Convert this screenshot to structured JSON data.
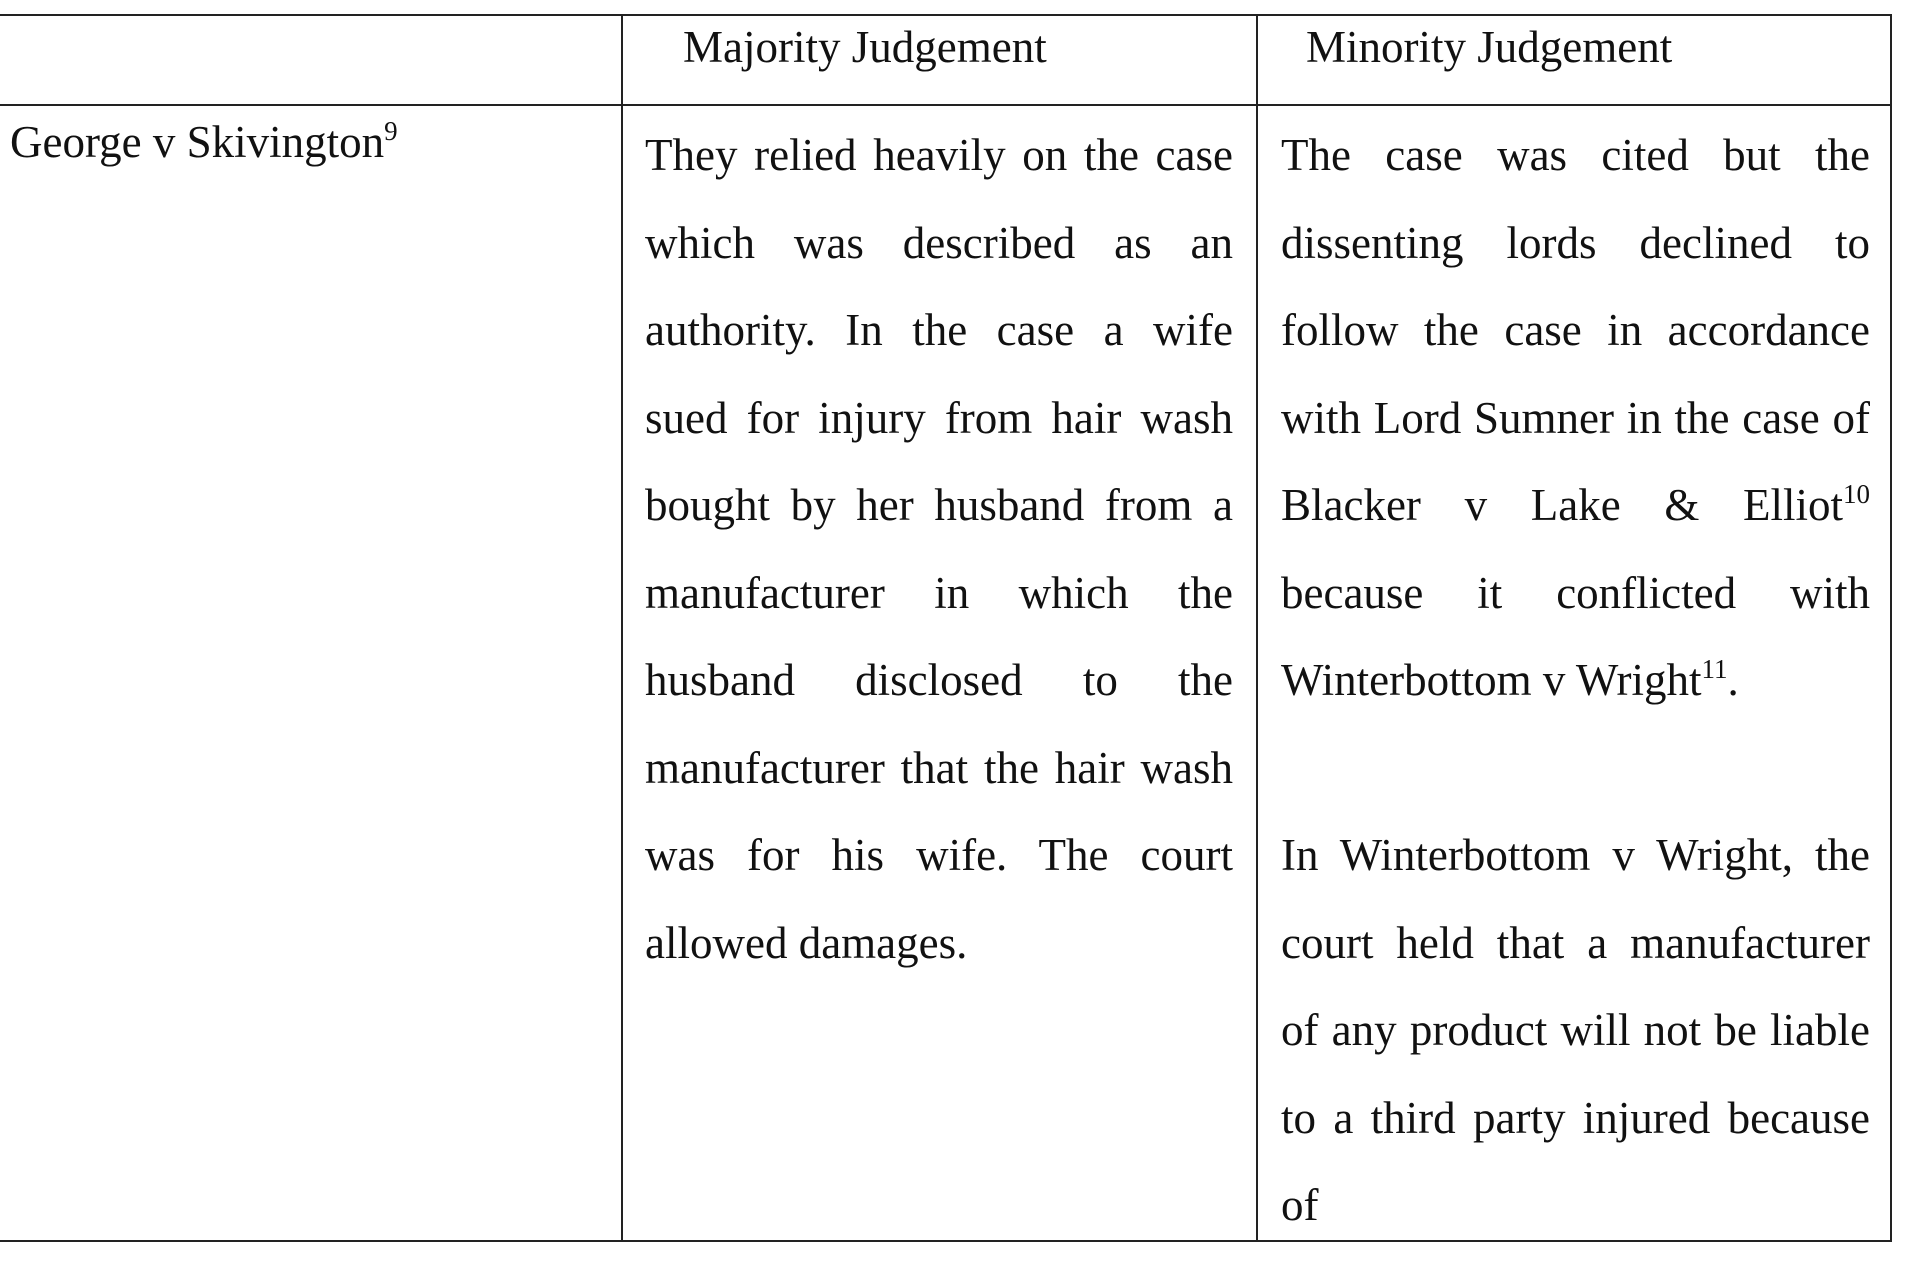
{
  "table": {
    "headers": {
      "case": "",
      "majority": "Majority Judgement",
      "minority": "Minority Judgement"
    },
    "row": {
      "case_name": "George v Skivington",
      "case_footnote": "9",
      "majority_text": "They relied heavily on the case which was described as an authority. In the case a wife sued for injury from hair wash bought by her husband from a manufacturer in which the husband disclosed to the manufacturer that the hair wash was for his wife. The court allowed damages.",
      "minority_p1_a": "The case was cited but the dissenting lords declined to follow the case in accordance with Lord Sumner in the case of Blacker v Lake & Elliot",
      "minority_p1_fn1": "10",
      "minority_p1_b": " because it conflicted with Winterbottom v Wright",
      "minority_p1_fn2": "11",
      "minority_p1_c": ".",
      "minority_p2": "In Winterbottom v Wright, the court held that a manufacturer of any product will not be liable to a third party injured because of"
    }
  }
}
